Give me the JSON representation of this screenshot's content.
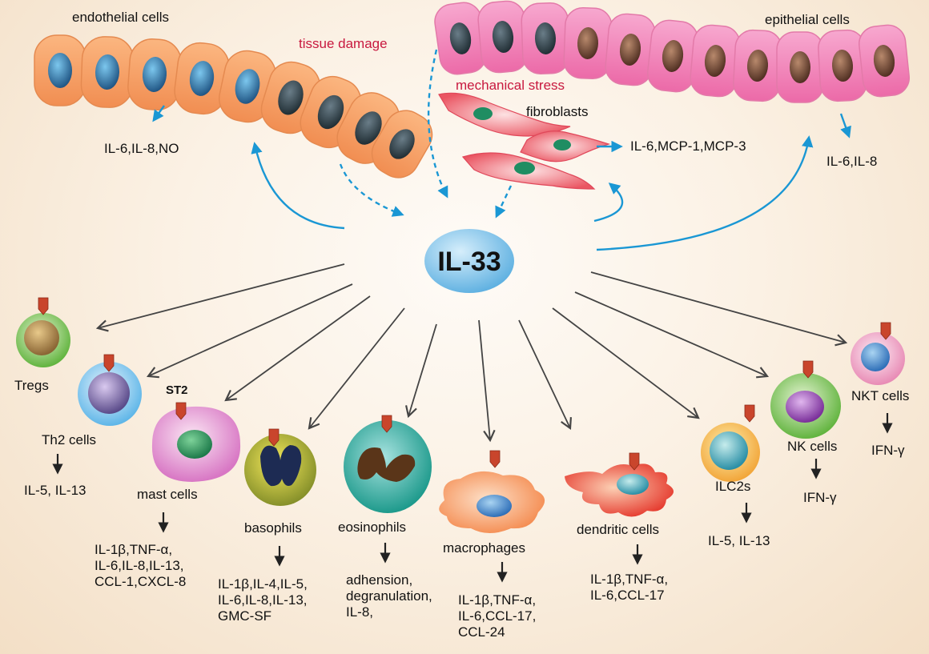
{
  "center": {
    "label": "IL-33"
  },
  "tissues": {
    "endothelial": {
      "label": "endothelial cells",
      "products": "IL-6,IL-8,NO"
    },
    "epithelial": {
      "label": "epithelial cells",
      "products": "IL-6,IL-8"
    },
    "fibroblasts": {
      "label": "fibroblasts",
      "products": "IL-6,MCP-1,MCP-3"
    },
    "tissue_damage": "tissue damage",
    "mechanical_stress": "mechanical stress"
  },
  "receptor": {
    "label": "ST2"
  },
  "cells": [
    {
      "name": "Tregs",
      "products": ""
    },
    {
      "name": "Th2 cells",
      "products": "IL-5, IL-13"
    },
    {
      "name": "mast cells",
      "products": "IL-1β,TNF-α,\nIL-6,IL-8,IL-13,\nCCL-1,CXCL-8"
    },
    {
      "name": "basophils",
      "products": "IL-1β,IL-4,IL-5,\nIL-6,IL-8,IL-13,\nGMC-SF"
    },
    {
      "name": "eosinophils",
      "products": "adhension,\ndegranulation,\nIL-8,"
    },
    {
      "name": "macrophages",
      "products": "IL-1β,TNF-α,\nIL-6,CCL-17,\nCCL-24"
    },
    {
      "name": "dendritic cells",
      "products": "IL-1β,TNF-α,\nIL-6,CCL-17"
    },
    {
      "name": "ILC2s",
      "products": "IL-5, IL-13"
    },
    {
      "name": "NK cells",
      "products": "IFN-γ"
    },
    {
      "name": "NKT cells",
      "products": "IFN-γ"
    }
  ],
  "colors": {
    "arrow_blue": "#1a97d4",
    "label_red": "#c8193f",
    "receptor": "#c9452c"
  }
}
